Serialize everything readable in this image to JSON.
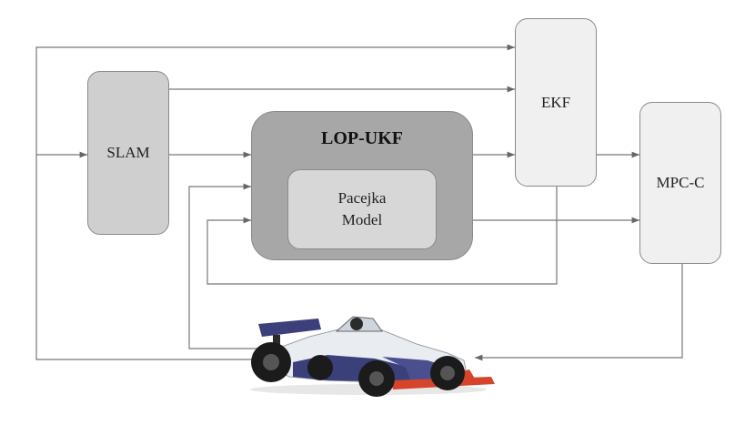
{
  "blocks": {
    "slam": {
      "label": "SLAM"
    },
    "lop_ukf": {
      "label": "LOP-UKF"
    },
    "pacejka": {
      "line1": "Pacejka",
      "line2": "Model"
    },
    "ekf": {
      "label": "EKF"
    },
    "mpc_c": {
      "label": "MPC-C"
    }
  },
  "vehicle": {
    "icon": "race-car-icon",
    "livery_colors": [
      "#3b3f7a",
      "#e9edf2",
      "#d6452b",
      "#1b1b1b"
    ]
  }
}
